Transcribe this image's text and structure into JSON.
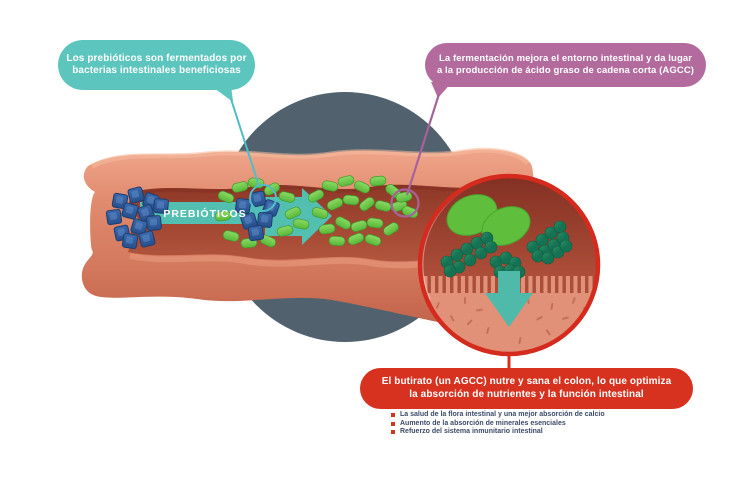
{
  "callouts": {
    "prebiotics": {
      "lines": [
        "Los prebióticos son fermentados por",
        "bacterias intestinales beneficiosas"
      ],
      "bg_color": "#5cc5bd"
    },
    "fermentation": {
      "lines": [
        "La fermentación mejora el entorno intestinal y da lugar",
        "a la producción de ácido graso de cadena corta (AGCC)"
      ],
      "bg_color": "#b36b9e"
    },
    "butyrate": {
      "lines": [
        "El butirato (un AGCC) nutre y sana el colon, lo que optimiza",
        "la absorción de nutrientes y la función intestinal"
      ],
      "bg_color": "#d7321f"
    }
  },
  "diagram": {
    "band_label": "PREBIÓTICOS",
    "scene": "Cut-away intestine tube with prebiotic fiber cubes being fermented by beneficial bacteria; magnified circle shows short-chain fatty acids (butyrate) absorbed into the intestinal wall"
  },
  "benefits_list": {
    "items": [
      "La salud de la flora intestinal y una mejor absorción de calcio",
      "Aumento de la absorción de minerales esenciales",
      "Refuerzo del sistema inmunitario intestinal"
    ],
    "bullet_color": "#cf3723",
    "text_color": "#3b4a68"
  },
  "colors": {
    "teal_accent": "#5cc5bd",
    "purple_accent": "#b36b9e",
    "red_accent": "#d7321f",
    "slate_circle": "#51626e",
    "intestine_wall": "#e08a6e",
    "intestine_lumen": "#a64a35",
    "flow_arrow": "#53bfb0",
    "bacteria_green": "#5fbe3c",
    "fiber_blue": "#2e5b9d",
    "scfa_green": "#1f7a58"
  }
}
